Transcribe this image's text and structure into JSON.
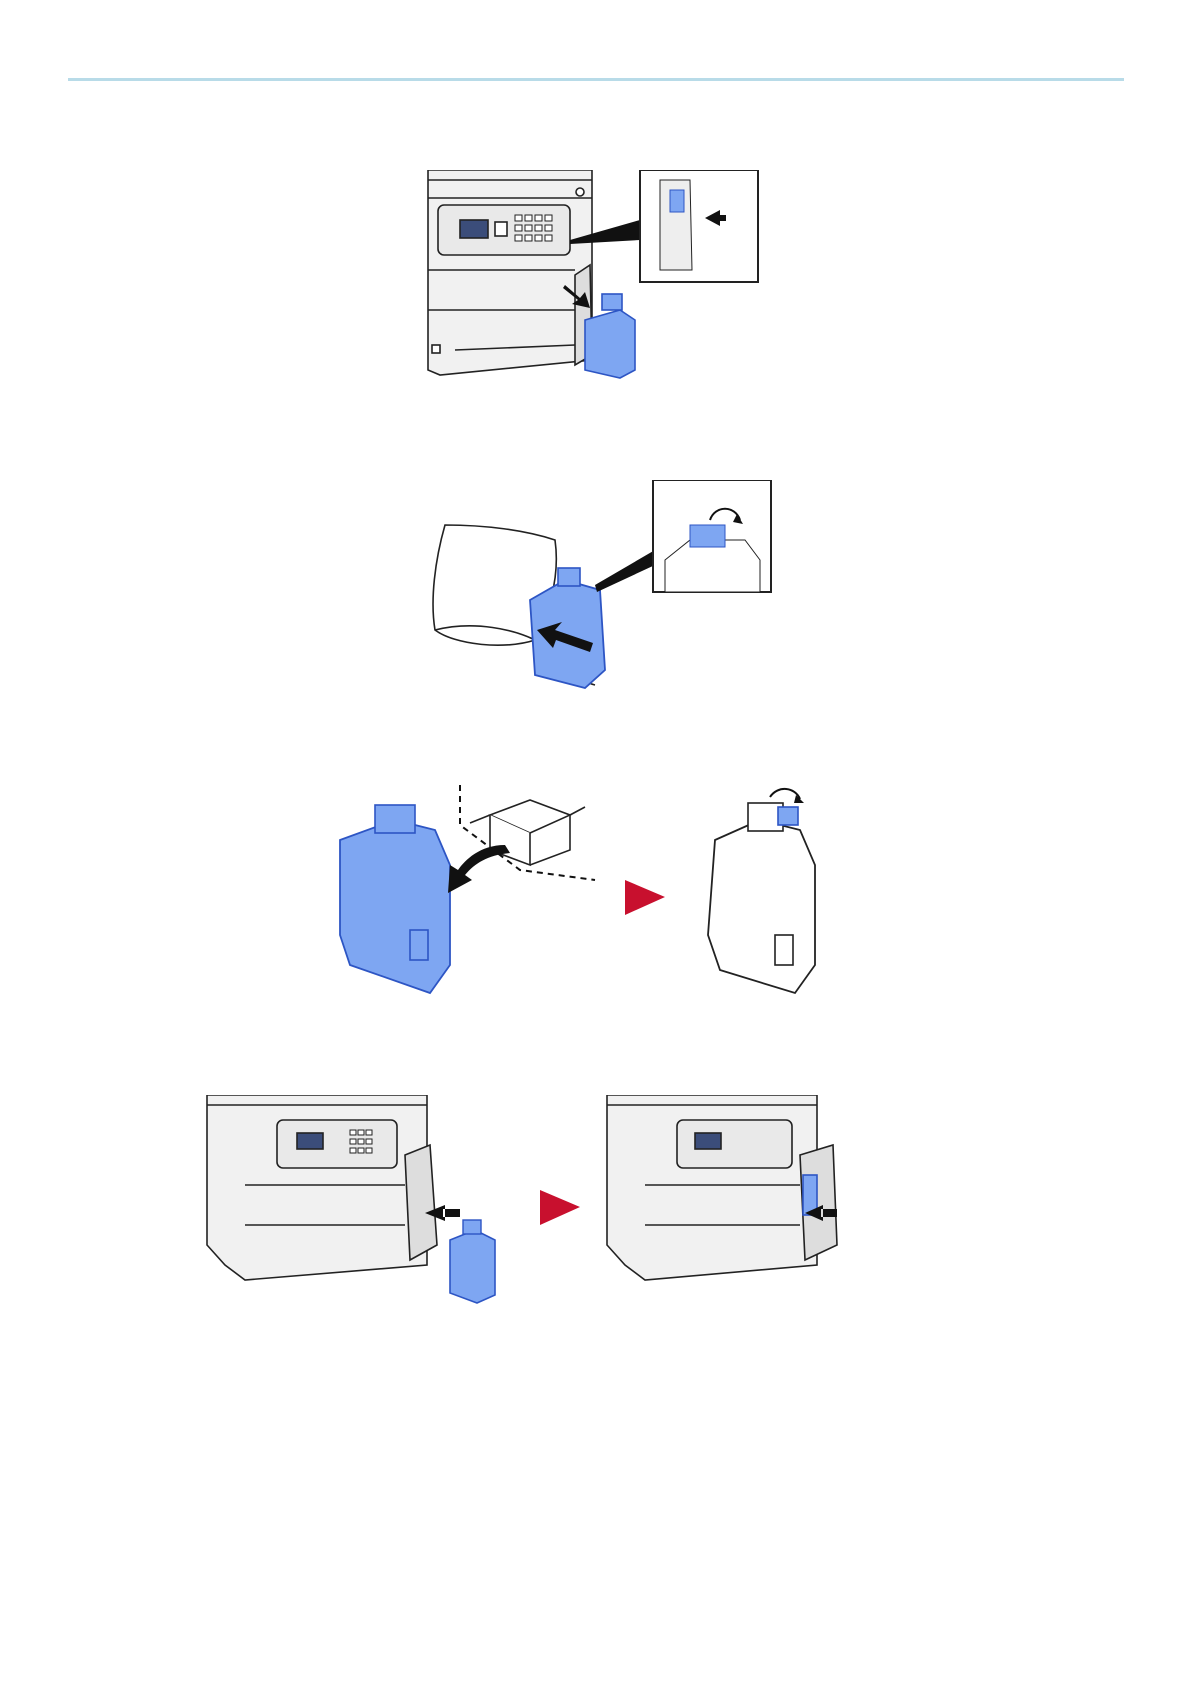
{
  "page": {
    "header_rule_color": "#b8dbe8",
    "accent_color": "#c8102e",
    "part_color": "#7ea6f2"
  },
  "figures": [
    {
      "name": "figure-remove-waste-toner-box",
      "icons": [
        "printer-icon",
        "waste-toner-box-icon",
        "zoom-inset-icon",
        "arrow-icon"
      ]
    },
    {
      "name": "figure-bag-and-cap",
      "icons": [
        "plastic-bag-icon",
        "waste-toner-box-icon",
        "cap-rotate-icon",
        "arrow-icon"
      ]
    },
    {
      "name": "figure-dispose-and-prepare-new",
      "icons": [
        "waste-toner-box-icon",
        "shipping-box-icon",
        "next-step-triangle-icon",
        "cap-rotate-icon"
      ]
    },
    {
      "name": "figure-insert-new-box",
      "icons": [
        "printer-icon",
        "waste-toner-box-icon",
        "next-step-triangle-icon",
        "arrow-icon"
      ]
    }
  ]
}
